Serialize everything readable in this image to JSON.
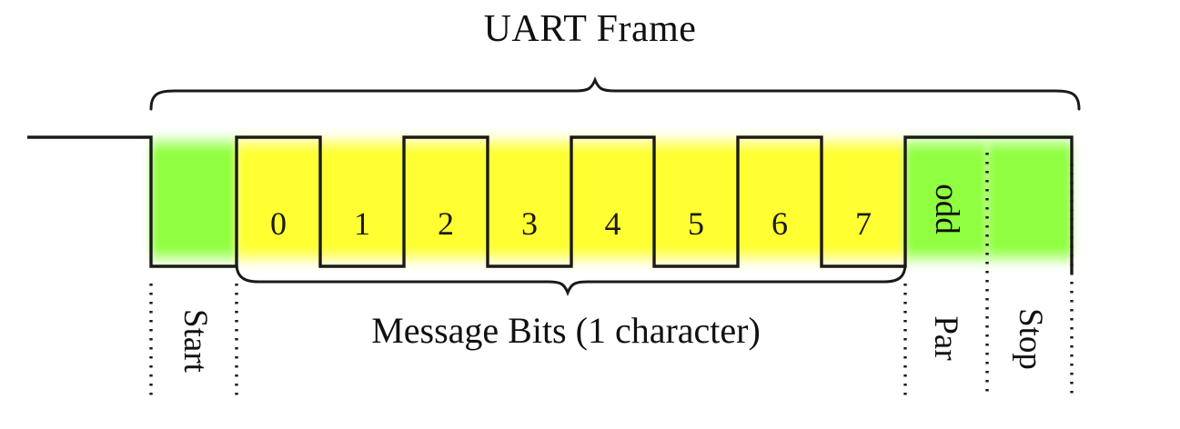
{
  "diagram": {
    "type": "uart-frame-timing-diagram",
    "frame_title": "UART Frame",
    "message_caption": "Message Bits (1 character)",
    "parity_inline_label": "odd",
    "axis_labels": {
      "start": "Start",
      "parity": "Par",
      "stop": "Stop"
    },
    "bit_numbers": [
      "0",
      "1",
      "2",
      "3",
      "4",
      "5",
      "6",
      "7"
    ],
    "colors": {
      "start_bit_fill": "#8fff3f",
      "data_bits_fill": "#ffff33",
      "parity_bit_fill": "#8fff3f",
      "stop_bit_fill": "#8fff3f",
      "line": "#1a1a1a",
      "background": "#ffffff"
    },
    "segments": [
      {
        "name": "idle",
        "label": "",
        "level": "high",
        "fill": "none"
      },
      {
        "name": "start",
        "label": "Start",
        "level": "low",
        "fill": "#8fff3f"
      },
      {
        "name": "data",
        "label": "Message Bits (1 character)",
        "level": "alternating",
        "fill": "#ffff33"
      },
      {
        "name": "parity",
        "label": "Par",
        "inline": "odd",
        "level": "high",
        "fill": "#8fff3f"
      },
      {
        "name": "stop",
        "label": "Stop",
        "level": "high",
        "fill": "#8fff3f"
      }
    ],
    "bit_levels": [
      "high",
      "low",
      "high",
      "low",
      "high",
      "low",
      "high",
      "low"
    ]
  }
}
